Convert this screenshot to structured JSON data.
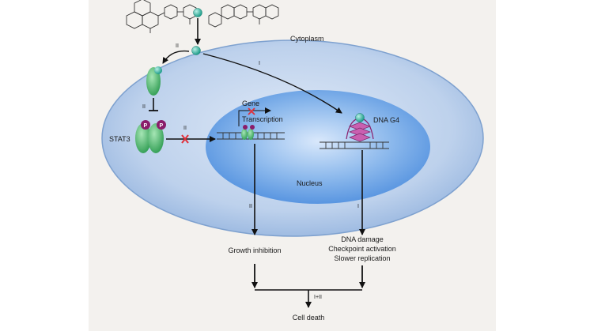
{
  "labels": {
    "cytoplasm": "Cytoplasm",
    "nucleus": "Nucleus",
    "stat3": "STAT3",
    "gene": "Gene",
    "transcription": "Transcription",
    "dna_g4": "DNA G4",
    "phospho": "P",
    "growth_inhibition": "Growth inhibition",
    "dna_damage": "DNA damage",
    "checkpoint_activation": "Checkpoint activation",
    "slower_replication": "Slower replication",
    "cell_death": "Cell death"
  },
  "pathways": {
    "one": "I",
    "two": "II",
    "combined": "I+II"
  },
  "colors": {
    "figure_background": "#f3f1ee",
    "cytoplasm_fill": "#bcd0ec",
    "nucleus_fill": "#5b9ae0",
    "stat3_green": "#4fb86c",
    "drug_teal": "#3fb8a6",
    "phospho_purple": "#8a1c6a",
    "g4_magenta": "#c95fb0",
    "inhibition_red": "#e0303a"
  },
  "icons": [
    "compound-structure-left",
    "compound-structure-right",
    "drug-molecule",
    "stat3-dimer",
    "g-quadruplex",
    "inhibition-cross"
  ]
}
